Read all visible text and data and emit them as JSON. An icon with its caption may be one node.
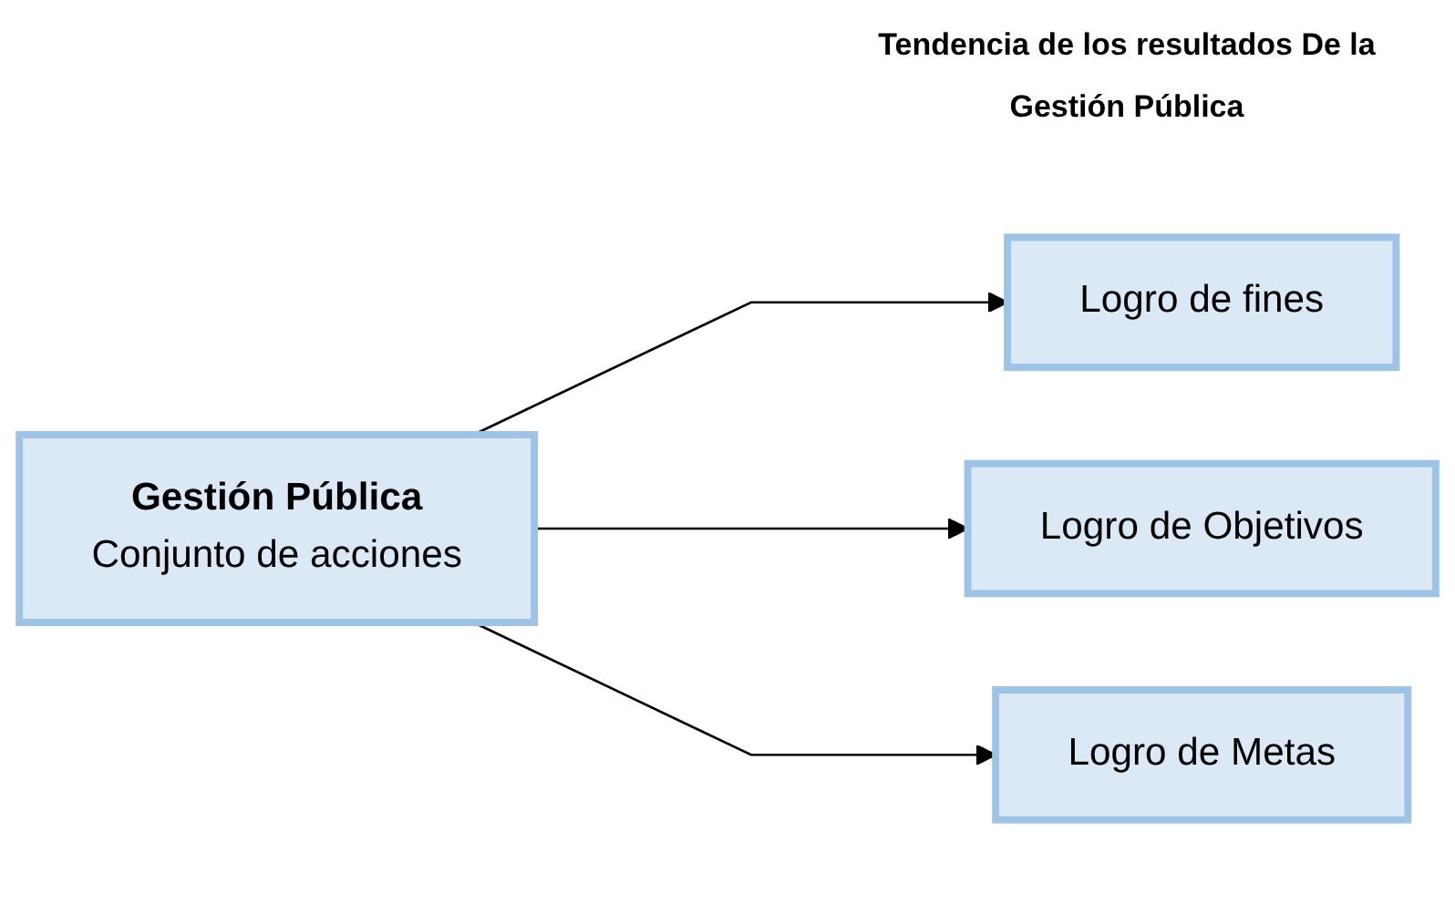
{
  "diagram": {
    "title": "Tendencia de los resultados De la Gestión Pública",
    "nodes": [
      {
        "text": [
          "Gestión Pública",
          "Conjunto de acciones"
        ]
      },
      {
        "text": [
          "Logro de fines"
        ]
      },
      {
        "text": [
          "Logro de Objetivos"
        ]
      },
      {
        "text": [
          "Logro de Metas"
        ]
      }
    ],
    "edges": [
      {
        "from": 0,
        "to": 1,
        "arrow": "to"
      },
      {
        "from": 0,
        "to": 2,
        "arrow": "to"
      },
      {
        "from": 0,
        "to": 3,
        "arrow": "to"
      }
    ]
  }
}
